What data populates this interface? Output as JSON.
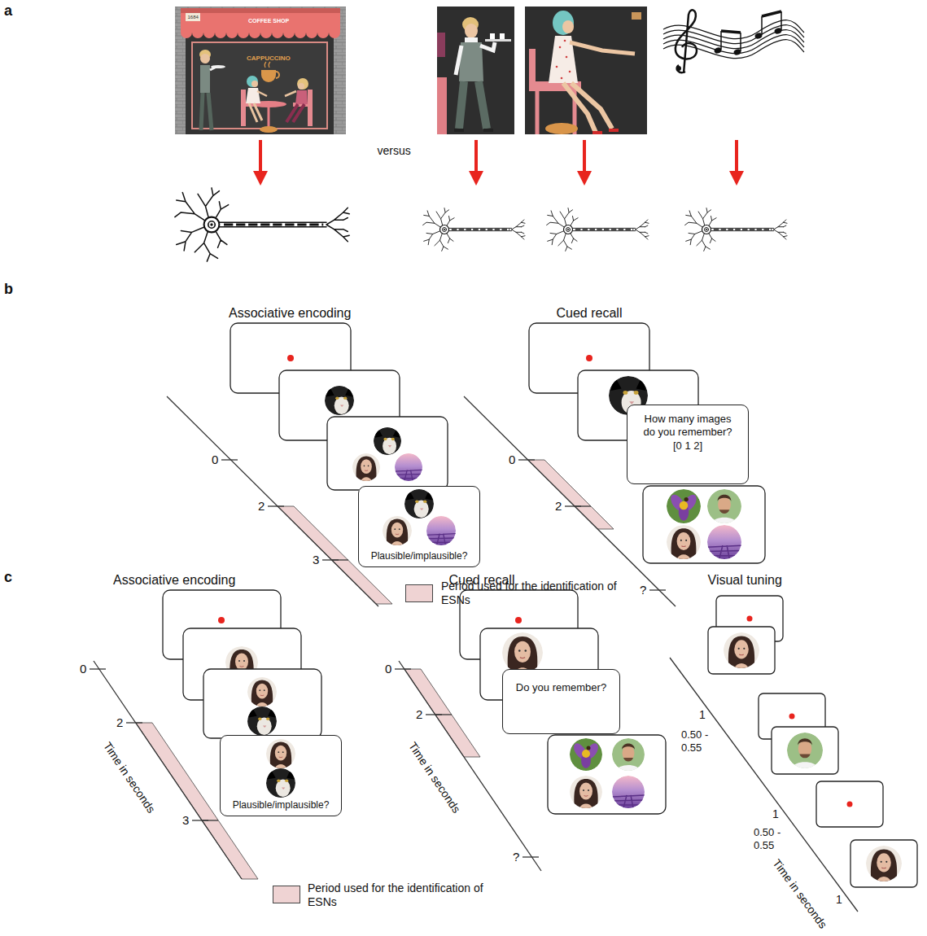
{
  "diagram": {
    "nodes": [
      {
        "text": [
          "Plausible/implausible?"
        ]
      },
      {
        "text": [
          "How many images do you remember? [0 1 2]"
        ]
      },
      {
        "text": [
          "Plausible/implausible?"
        ]
      },
      {
        "text": [
          "Do you remember?"
        ]
      }
    ],
    "labels": [
      "a",
      "COFFEE SHOP",
      "CAPPUCCINO",
      "1684",
      "versus",
      "b",
      "Associative encoding",
      "0",
      "2",
      "3",
      "Cued recall",
      "0",
      "2",
      "?",
      "c",
      "Associative encoding",
      "Time in seconds",
      "0",
      "2",
      "3",
      "Cued recall",
      "Time in seconds",
      "0",
      "2",
      "?",
      "Visual tuning",
      "Time in seconds",
      "1",
      "0.50 - 0.55",
      "1",
      "0.50 - 0.55",
      "1"
    ],
    "legend": [
      {
        "text": "Period used for the identification of ESNs",
        "color": "#efd3d3"
      },
      {
        "text": "Period used for the identification of ESNs",
        "color": "#efd3d3"
      }
    ]
  }
}
